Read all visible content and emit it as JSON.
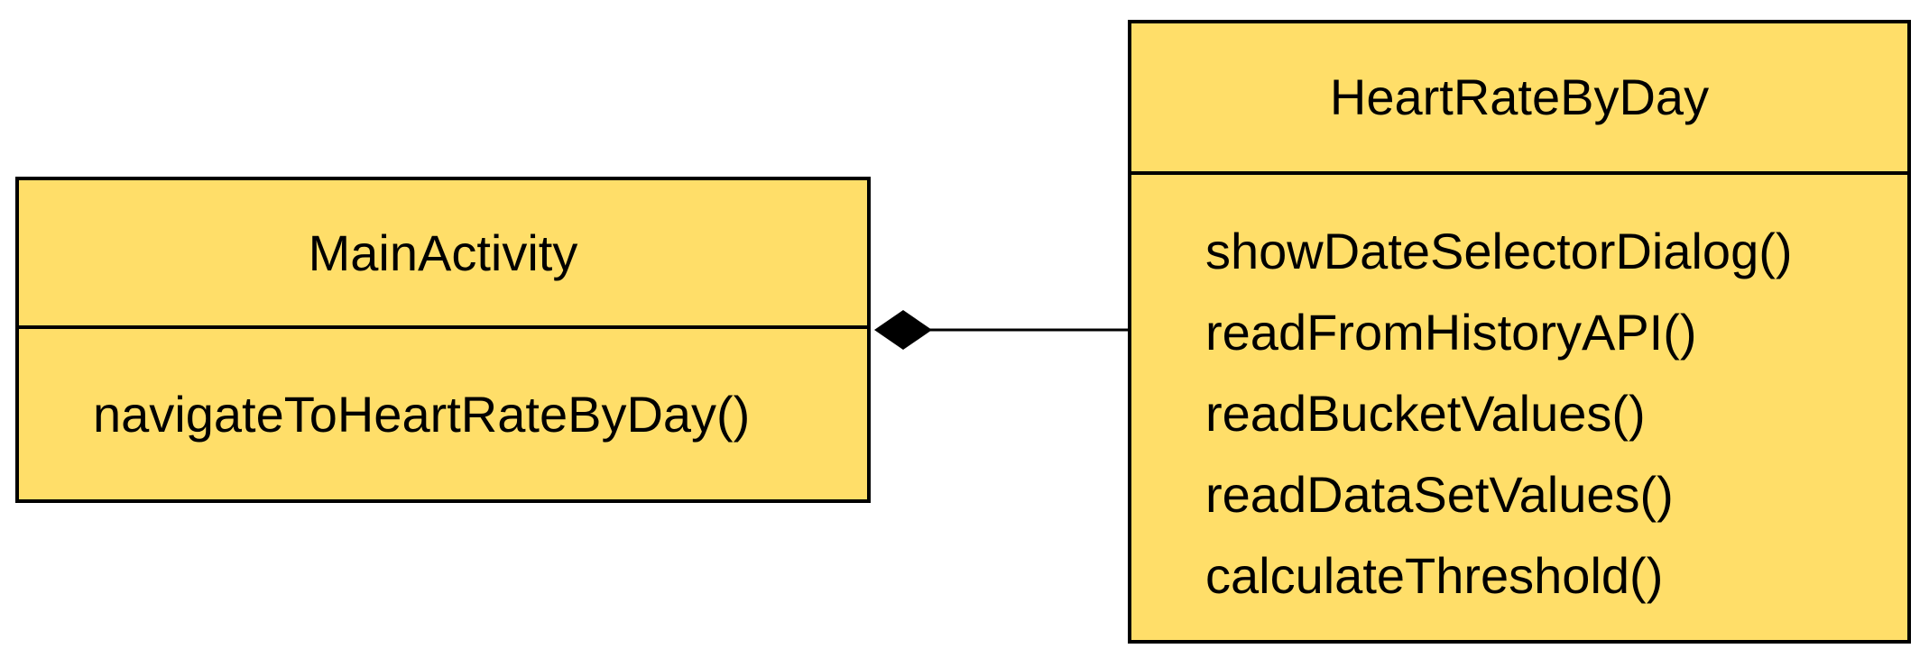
{
  "diagram": {
    "type": "uml-class-diagram",
    "colors": {
      "background": "#ffffff",
      "class_fill": "#ffde69",
      "class_border": "#000000",
      "text": "#000000",
      "connector": "#000000"
    },
    "classes": [
      {
        "name": "MainActivity",
        "methods": [
          "navigateToHeartRateByDay()"
        ]
      },
      {
        "name": "HeartRateByDay",
        "methods": [
          "showDateSelectorDialog()",
          "readFromHistoryAPI()",
          "readBucketValues()",
          "readDataSetValues()",
          "calculateThreshold()"
        ]
      }
    ],
    "relationships": [
      {
        "type": "composition",
        "owner": "MainActivity",
        "part": "HeartRateByDay",
        "icon": "filled-diamond-icon"
      }
    ]
  }
}
